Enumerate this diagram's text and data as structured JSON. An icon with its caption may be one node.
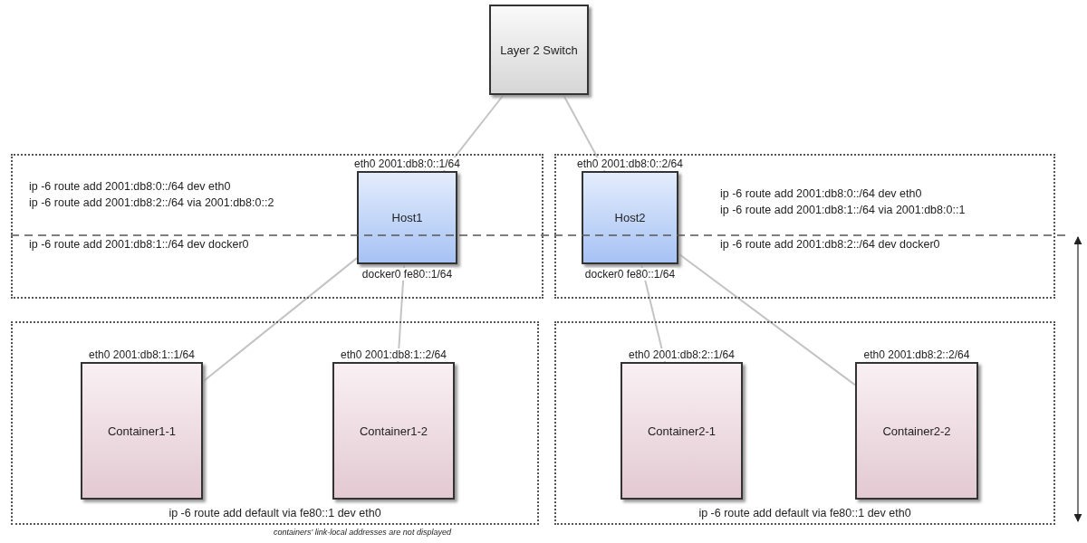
{
  "diagram": {
    "nodes": [
      {
        "text": [
          "Layer 2 Switch"
        ]
      },
      {
        "text": [
          "ip -6 route add 2001:db8:0::/64 dev eth0",
          "ip -6 route add 2001:db8:2::/64 via 2001:db8:0::2",
          "ip -6 route add 2001:db8:1::/64 dev docker0"
        ]
      },
      {
        "text": [
          "Host1"
        ],
        "in": 1,
        "beside": [
          "eth0 2001:db8:0::1/64",
          "docker0 fe80::1/64"
        ]
      },
      {
        "text": [
          "ip -6 route add 2001:db8:0::/64 dev eth0",
          "ip -6 route add 2001:db8:1::/64 via 2001:db8:0::1",
          "ip -6 route add 2001:db8:2::/64 dev docker0"
        ]
      },
      {
        "text": [
          "Host2"
        ],
        "in": 3,
        "beside": [
          "eth0 2001:db8:0::2/64",
          "docker0 fe80::1/64"
        ]
      },
      {
        "text": [
          "ip -6 route add default via fe80::1 dev eth0"
        ]
      },
      {
        "text": [
          "Container1-1"
        ],
        "in": 5,
        "beside": [
          "eth0 2001:db8:1::1/64"
        ]
      },
      {
        "text": [
          "Container1-2"
        ],
        "in": 5,
        "beside": [
          "eth0 2001:db8:1::2/64"
        ]
      },
      {
        "text": [
          "ip -6 route add default via fe80::1 dev eth0"
        ]
      },
      {
        "text": [
          "Container2-1"
        ],
        "in": 8,
        "beside": [
          "eth0 2001:db8:2::1/64"
        ]
      },
      {
        "text": [
          "Container2-2"
        ],
        "in": 8,
        "beside": [
          "eth0 2001:db8:2::2/64"
        ]
      }
    ],
    "edges": [
      {
        "from": 0,
        "to": 2,
        "arrow": "none"
      },
      {
        "from": 0,
        "to": 4,
        "arrow": "none"
      },
      {
        "from": 2,
        "to": 6,
        "arrow": "none"
      },
      {
        "from": 2,
        "to": 7,
        "arrow": "none"
      },
      {
        "from": 4,
        "to": 9,
        "arrow": "none"
      },
      {
        "from": 4,
        "to": 10,
        "arrow": "none"
      }
    ],
    "labels": [
      "containers' link-local addresses are not displayed"
    ]
  }
}
